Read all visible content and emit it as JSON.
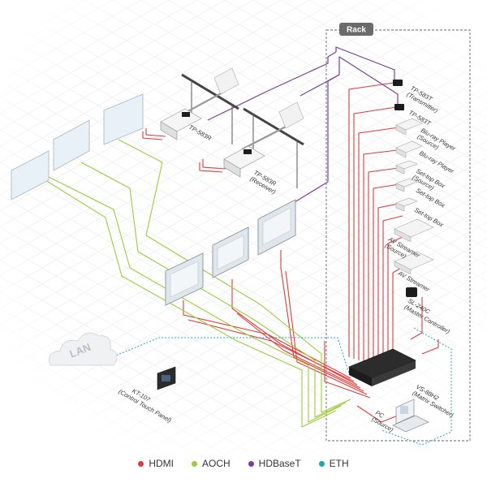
{
  "rack": {
    "title": "Rack"
  },
  "devices": {
    "tp583t_transmitter": [
      "TP-583T",
      "(Transmitter)"
    ],
    "tp583t": [
      "TP-583T"
    ],
    "bluray_source": [
      "Blu-ray Player",
      "(Source)"
    ],
    "bluray": [
      "Blu-ray Player"
    ],
    "settop_source": [
      "Set-top Box",
      "(Source)"
    ],
    "settop_1": [
      "Set-top Box"
    ],
    "settop_2": [
      "Set-top Box"
    ],
    "av_streamer_source": [
      "AV Streamer",
      "(Source)"
    ],
    "av_streamer": [
      "AV Streamer"
    ],
    "sl240c": [
      "SL-240C",
      "(Master Controller)"
    ],
    "vs88h2": [
      "VS-88H2",
      "(Matrix Switcher)"
    ],
    "pc": [
      "PC",
      "(Source)"
    ],
    "kt107": [
      "KT-107",
      "(Control Touch Panel)"
    ],
    "tp583r": [
      "TP-583R"
    ],
    "tp583r_receiver": [
      "TP-583R",
      "(Receiver)"
    ],
    "lan": "LAN"
  },
  "legend": [
    {
      "label": "HDMI",
      "color": "#e23a3a"
    },
    {
      "label": "AOCH",
      "color": "#9ccc3c"
    },
    {
      "label": "HDBaseT",
      "color": "#7a3e9d"
    },
    {
      "label": "ETH",
      "color": "#1fa6b5"
    }
  ],
  "colors": {
    "hdmi": "#e23a3a",
    "aoch": "#9ccc3c",
    "hdbaset": "#7a3e9d",
    "eth": "#1fa6b5",
    "grid": "#e9ecef",
    "rack_border": "#555555",
    "rack_title_bg": "#6b6b6b"
  }
}
